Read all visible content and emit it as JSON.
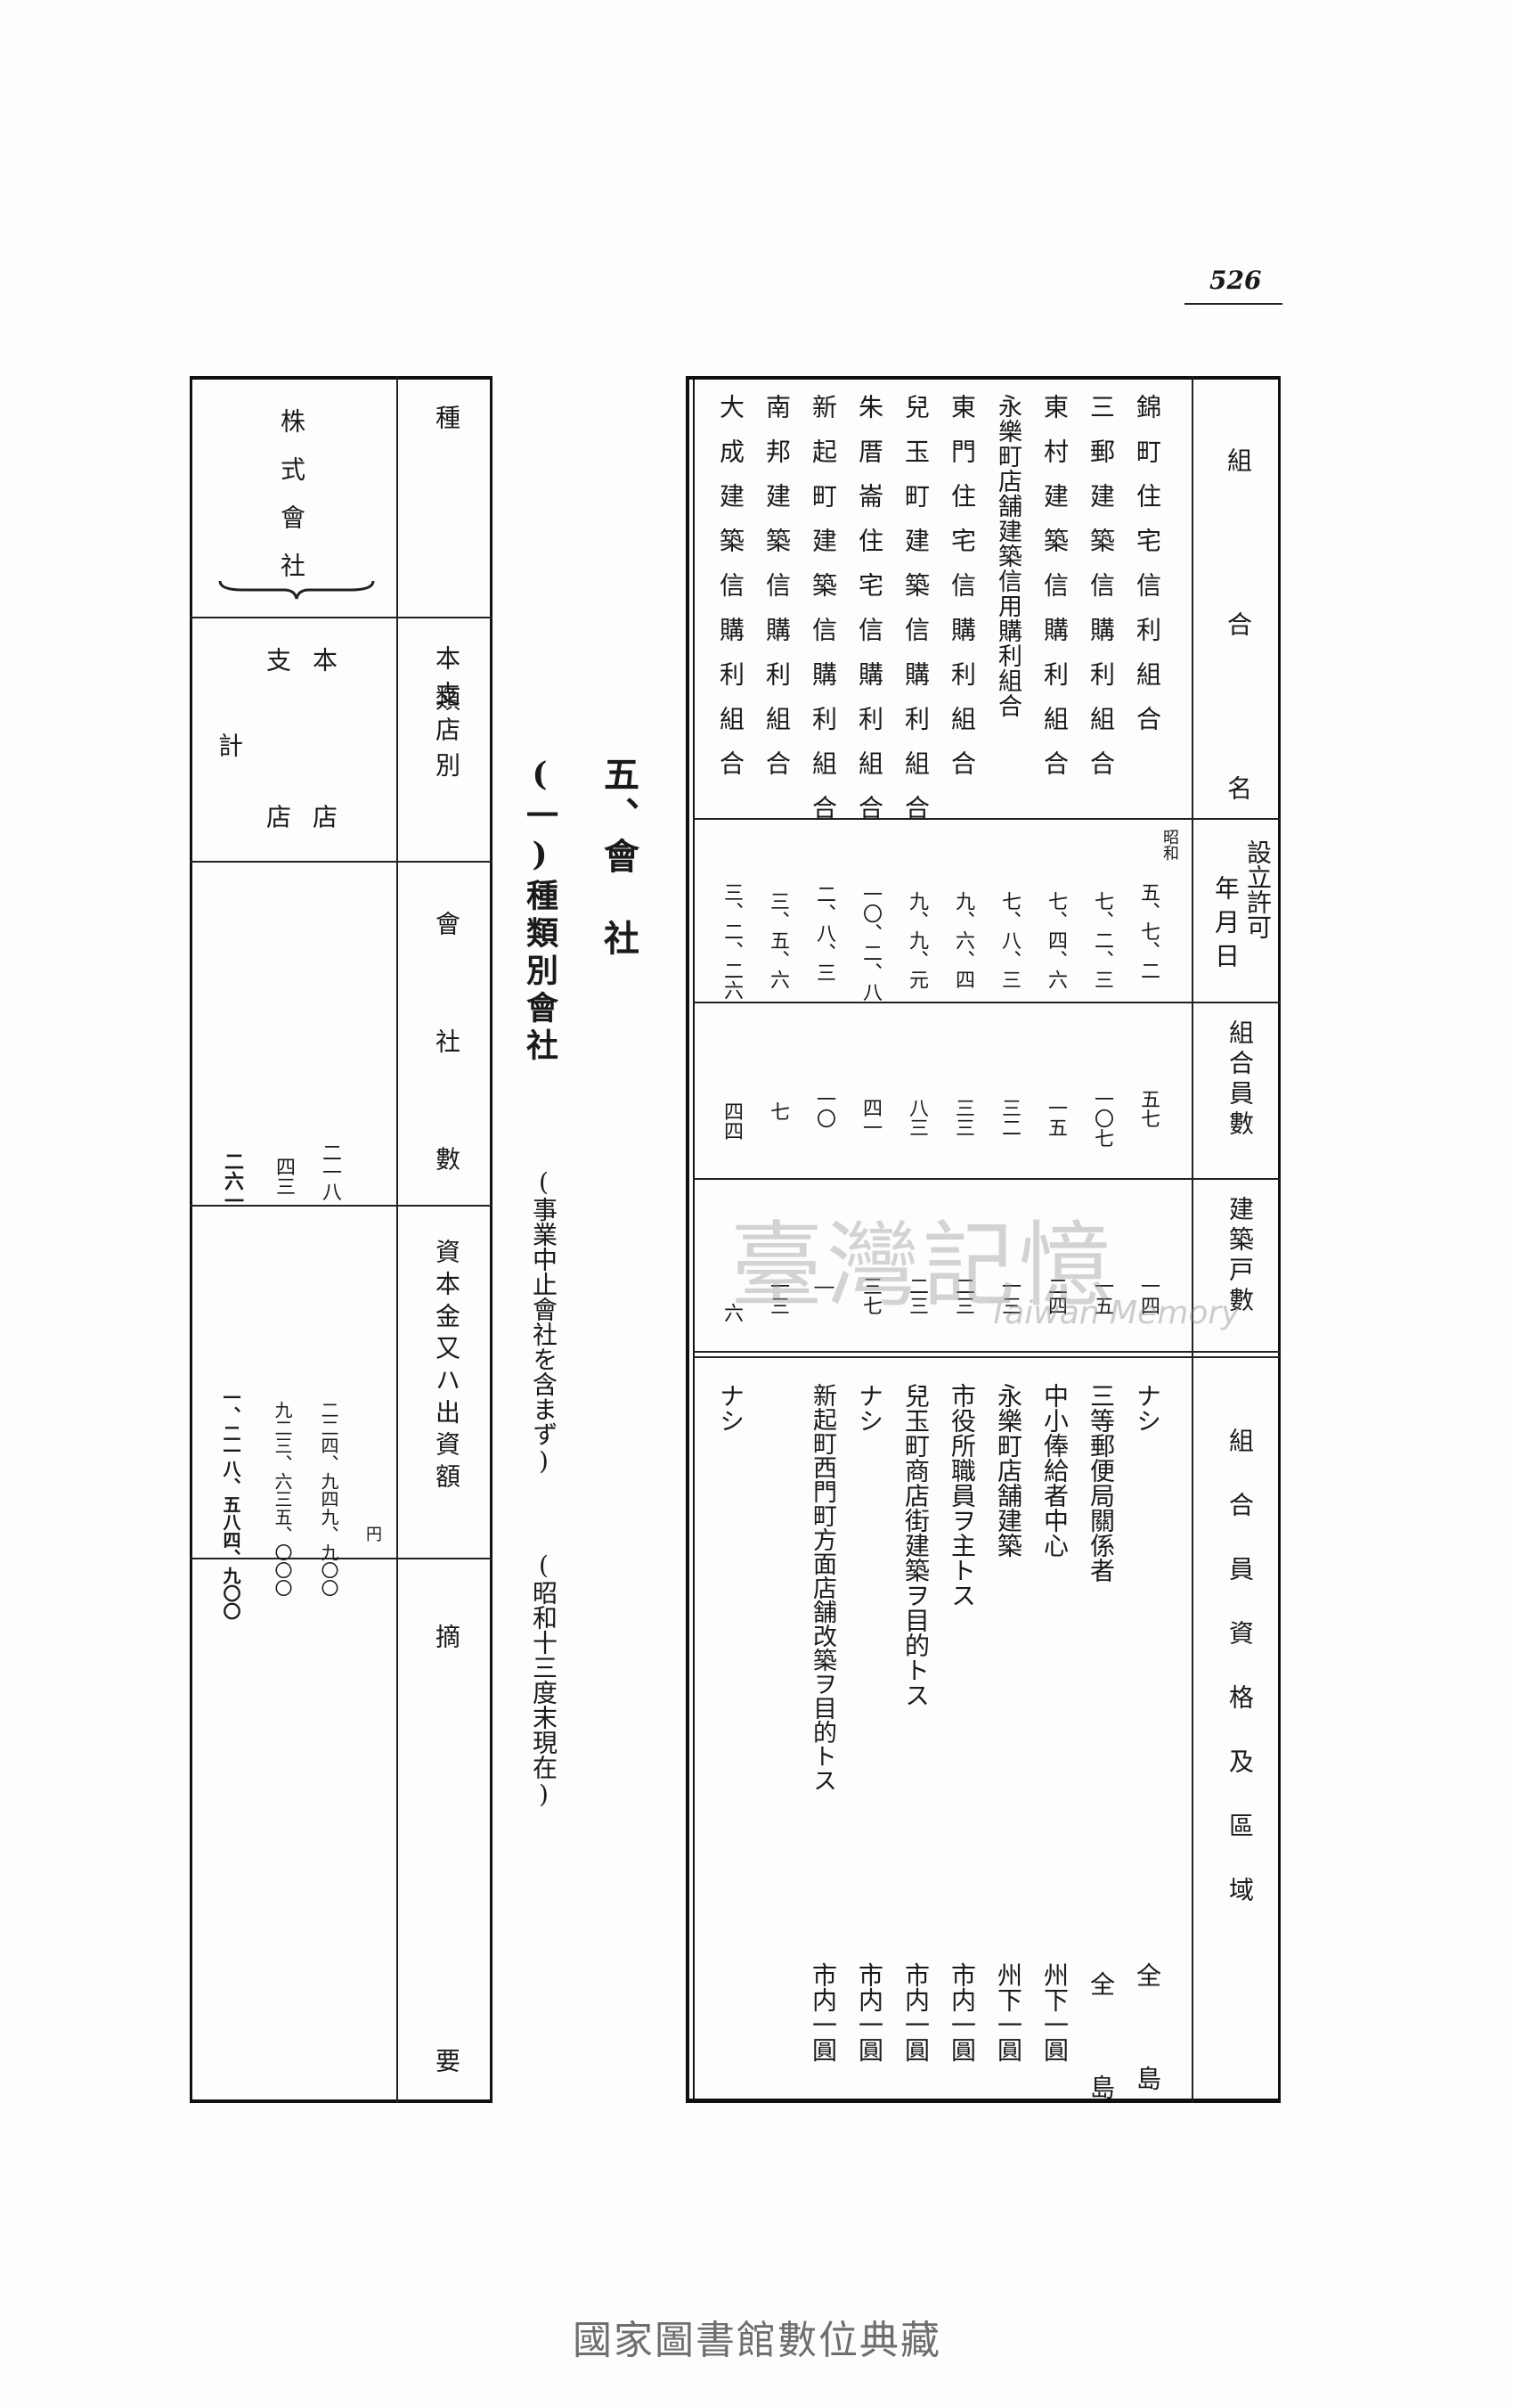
{
  "page_number": "526",
  "section": {
    "heading": "五、會　社",
    "subheading": "(一)種類別會社",
    "note_scope": "(事業中止會社を含まず)",
    "note_date": "(昭和十三度末現在)"
  },
  "union_table": {
    "headers": {
      "name": "組　合　名",
      "established": "設立許可",
      "established_ymd": "年月日",
      "members": "組合員數",
      "houses": "建築戸數",
      "qualification": "組合員資格及區域"
    },
    "era_prefix": "昭和",
    "rows": [
      {
        "name": "錦町住宅信利組合",
        "date": "五、七、二",
        "members": "五七",
        "houses": "一四",
        "qual": "ナシ",
        "area": "全　島"
      },
      {
        "name": "三郵建築信購利組合",
        "date": "七、二、三",
        "members": "一〇七",
        "houses": "一五",
        "qual": "三等郵便局關係者",
        "area": "全　島"
      },
      {
        "name": "東村建築信購利組合",
        "date": "七、四、六",
        "members": "一五",
        "houses": "二四",
        "qual": "中小俸給者中心",
        "area": "州下一圓"
      },
      {
        "name": "永樂町店舗建築信用購利組合",
        "date": "七、八、三",
        "members": "三二",
        "houses": "一三",
        "qual": "永樂町店舗建築",
        "area": "州下一圓"
      },
      {
        "name": "東門住宅信購利組合",
        "date": "九、六、四",
        "members": "三三",
        "houses": "二三",
        "qual": "市役所職員ヲ主トス",
        "area": "市内一圓"
      },
      {
        "name": "兒玉町建築信購利組合",
        "date": "九、九、元",
        "members": "八三",
        "houses": "二三",
        "qual": "兒玉町商店街建築ヲ目的トス",
        "area": "市内一圓"
      },
      {
        "name": "朱厝崙住宅信購利組合",
        "date": "一〇、二、八",
        "members": "四一",
        "houses": "三七",
        "qual": "ナシ",
        "area": "市内一圓"
      },
      {
        "name": "新起町建築信購利組合",
        "date": "二、八、三",
        "members": "一〇",
        "houses": "―",
        "qual": "新起町西門町方面店舗改築ヲ目的トス",
        "area": "市内一圓"
      },
      {
        "name": "南邦建築信購利組合",
        "date": "三、五、六",
        "members": "七",
        "houses": "一三",
        "qual": "",
        "area": ""
      },
      {
        "name": "大成建築信購利組合",
        "date": "三、二、二六",
        "members": "四四",
        "houses": "六",
        "qual": "ナシ",
        "area": ""
      }
    ]
  },
  "company_table": {
    "headers": {
      "type": "種　類",
      "branch": "本支店別",
      "count": "會　社　數",
      "capital": "資本金又ハ出資額",
      "remarks": "摘　要"
    },
    "type_name": "株式會社",
    "yen_mark": "円",
    "rows": [
      {
        "label": "本　店",
        "count": "二一八",
        "capital": "二二四、九四九、九〇〇"
      },
      {
        "label": "支　店",
        "count": "四三",
        "capital": "九二三、六三五、〇〇〇"
      },
      {
        "label": "計",
        "count": "二六一",
        "capital": "一、二一八、五八四、九〇〇"
      }
    ]
  },
  "watermark": {
    "text_cn": "臺灣記憶",
    "text_en": "Taiwan Memory"
  },
  "footer": "國家圖書館數位典藏"
}
